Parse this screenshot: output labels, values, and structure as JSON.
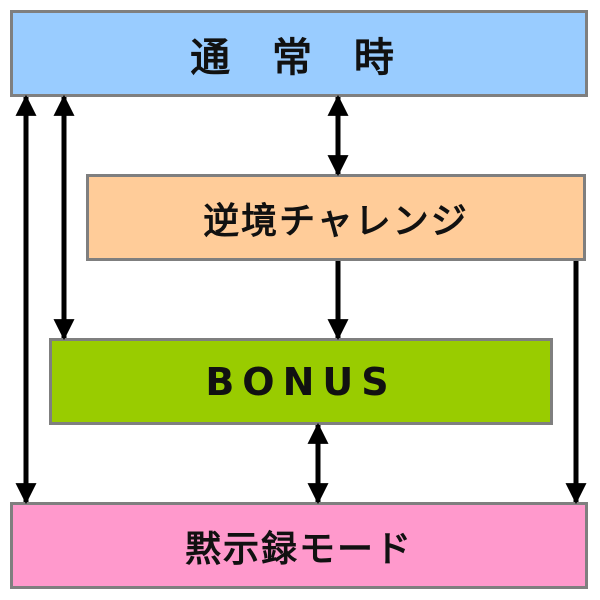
{
  "diagram": {
    "nodes": {
      "normal": {
        "label": "通 常 時",
        "fill": "#99ccff"
      },
      "challenge": {
        "label": "逆境チャレンジ",
        "fill": "#ffcc99"
      },
      "bonus": {
        "label": "BONUS",
        "fill": "#99cc00"
      },
      "mokushiroku": {
        "label": "黙示録モード",
        "fill": "#ff99cc"
      }
    },
    "edges": [
      {
        "from": "normal",
        "to": "mokushiroku",
        "direction": "both"
      },
      {
        "from": "normal",
        "to": "bonus",
        "direction": "both"
      },
      {
        "from": "normal",
        "to": "challenge",
        "direction": "both"
      },
      {
        "from": "challenge",
        "to": "bonus",
        "direction": "forward"
      },
      {
        "from": "challenge",
        "to": "mokushiroku",
        "direction": "forward"
      },
      {
        "from": "bonus",
        "to": "mokushiroku",
        "direction": "both"
      }
    ],
    "arrow_color": "#000000",
    "border_color": "#7f7f7f"
  }
}
